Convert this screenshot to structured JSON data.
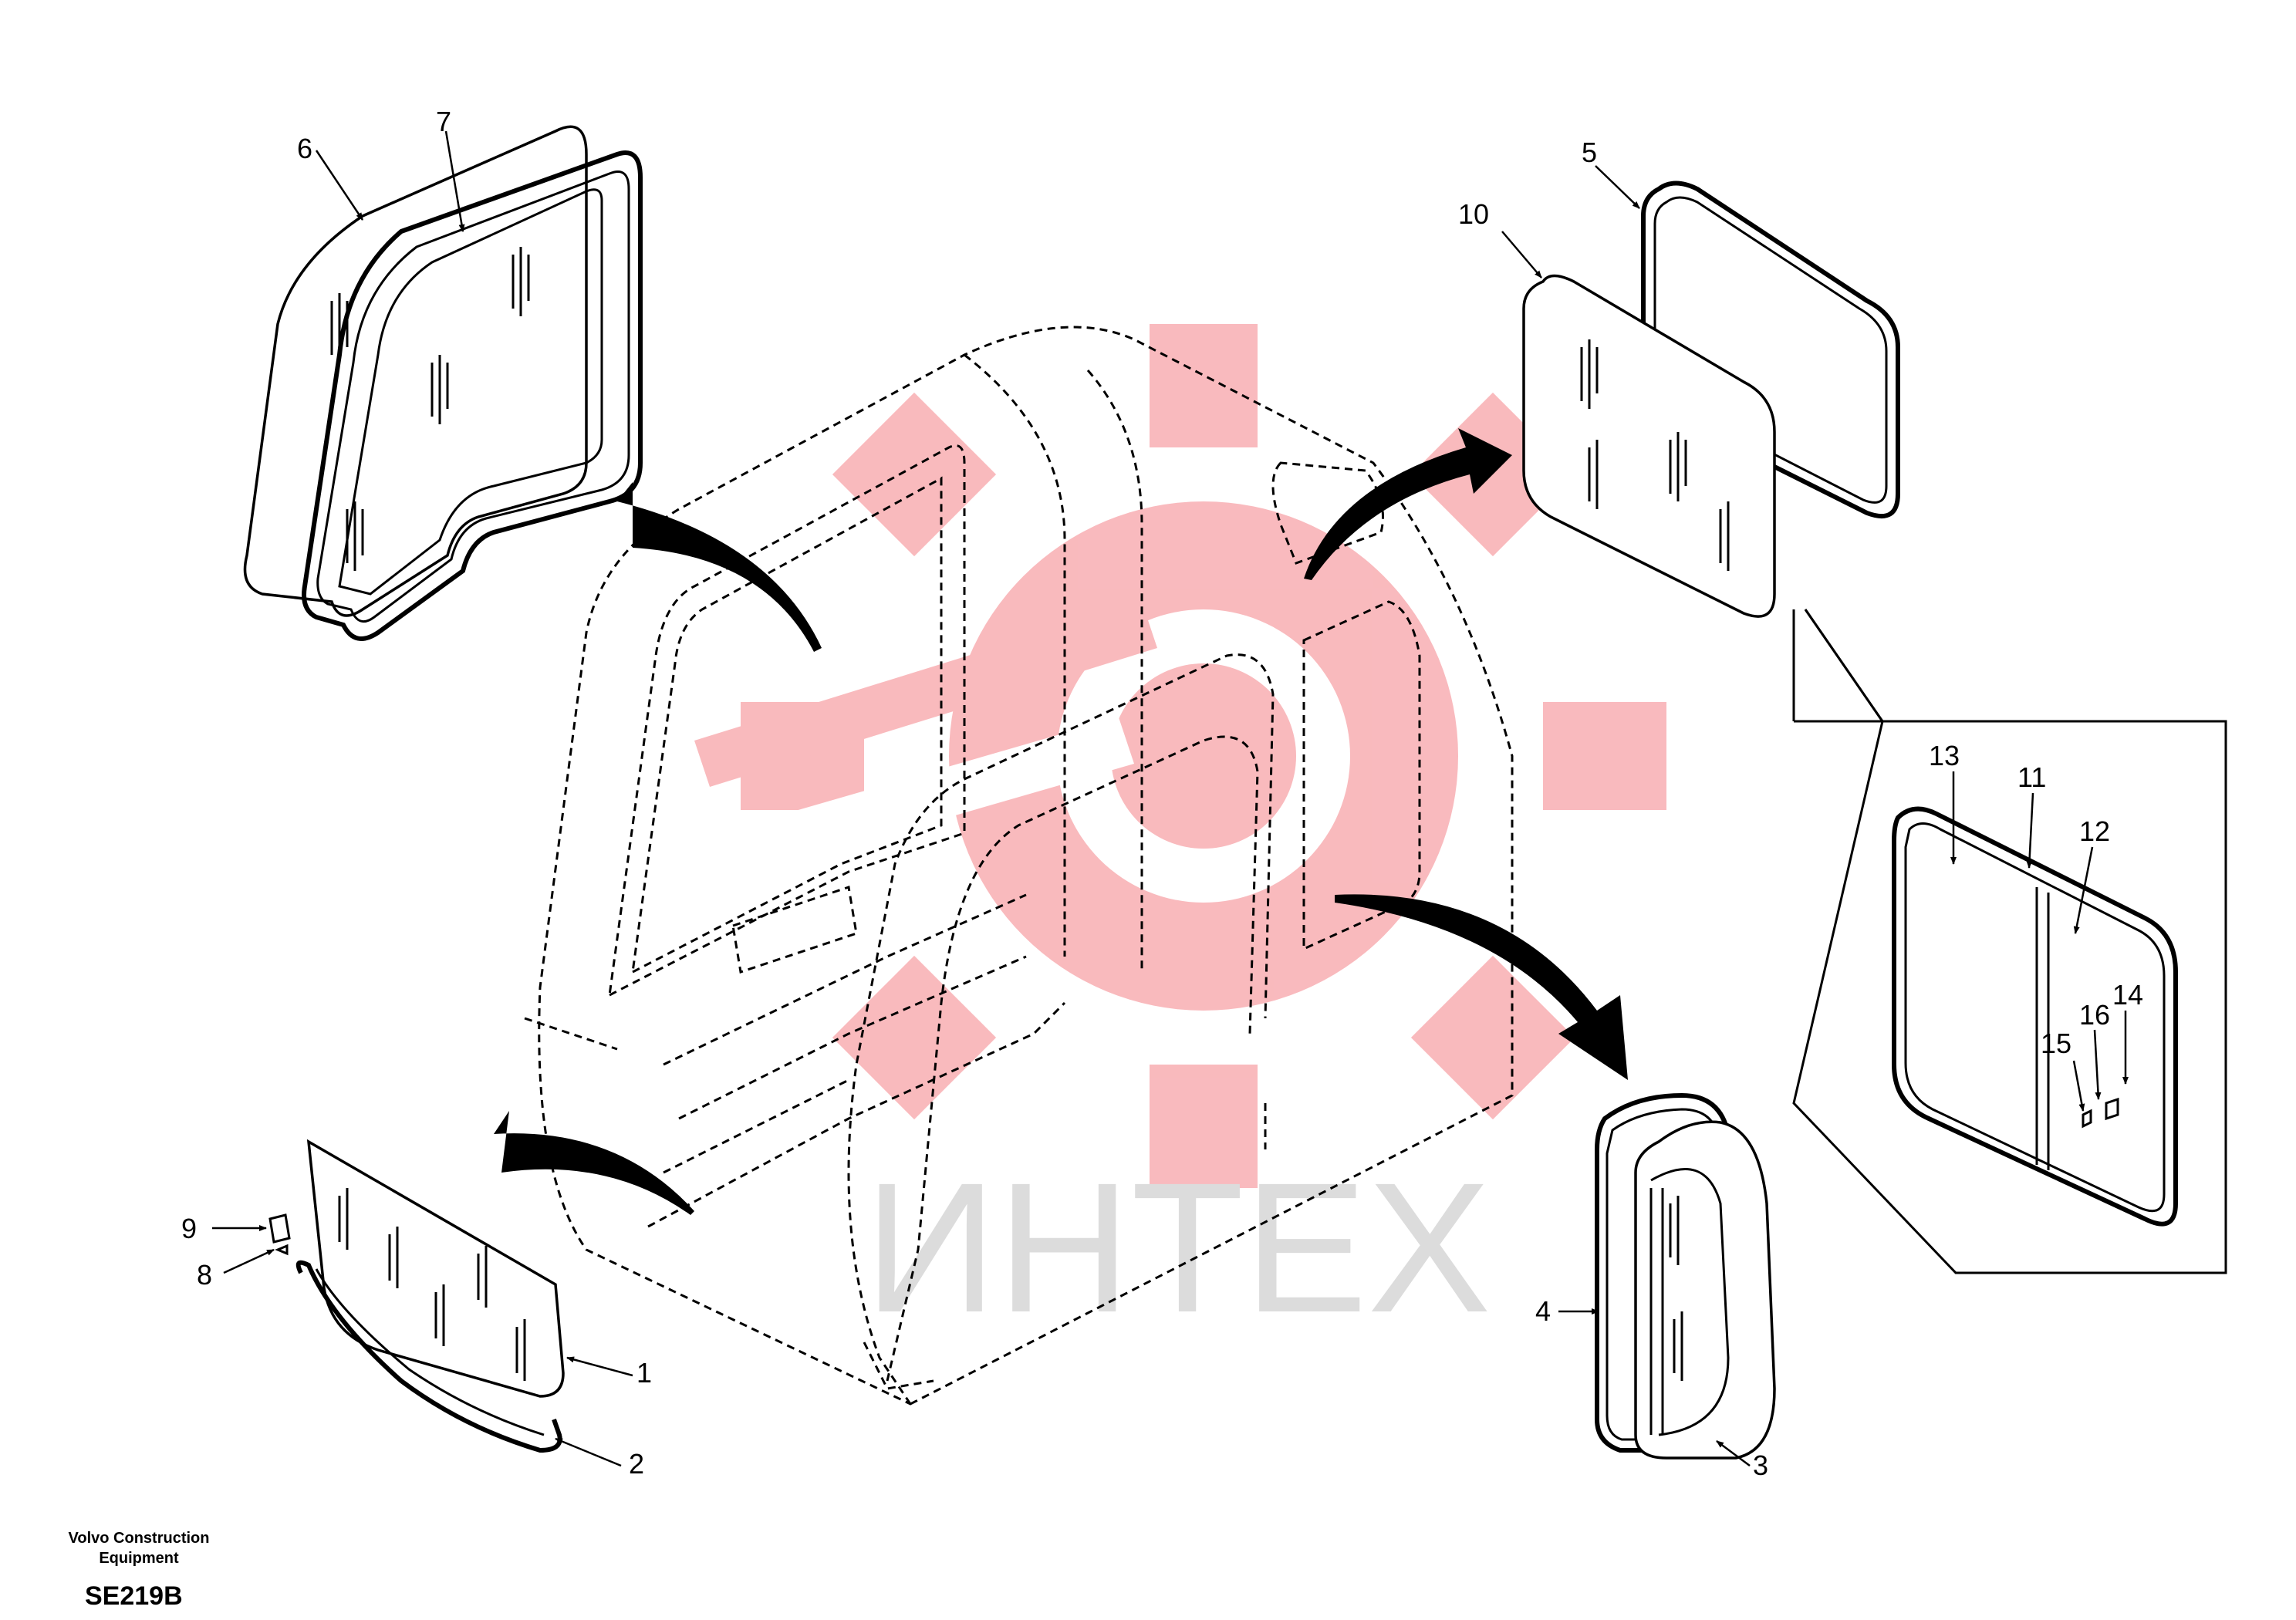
{
  "watermark": {
    "text": "ИНТЕХ",
    "gear_color": "#f7a3a8",
    "text_color": "#dcdcdc"
  },
  "callouts": [
    "1",
    "2",
    "3",
    "4",
    "5",
    "6",
    "7",
    "8",
    "9",
    "10",
    "11",
    "12",
    "13",
    "14",
    "15",
    "16"
  ],
  "footer": {
    "company_line1": "Volvo Construction",
    "company_line2": "Equipment",
    "drawing_code": "SE219B"
  }
}
